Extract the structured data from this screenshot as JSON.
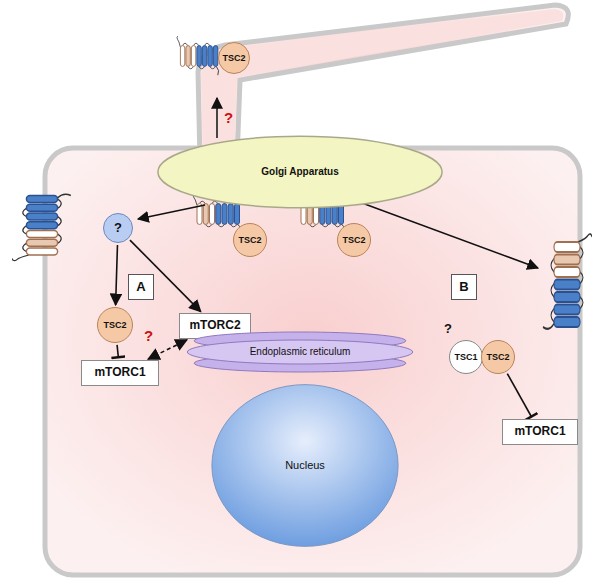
{
  "diagram": {
    "nodes": [
      {
        "text": [
          "Golgi Apparatus"
        ]
      },
      {
        "text": [
          "TSC2"
        ]
      },
      {
        "text": [
          "TSC2"
        ]
      },
      {
        "text": [
          "TSC2"
        ]
      },
      {
        "text": [
          "A"
        ]
      },
      {
        "text": [
          "B"
        ]
      },
      {
        "text": [
          "?"
        ]
      },
      {
        "text": [
          "TSC2"
        ]
      },
      {
        "text": [
          "mTORC2"
        ]
      },
      {
        "text": [
          "mTORC1"
        ]
      },
      {
        "text": [
          "Endoplasmic reticulum"
        ]
      },
      {
        "text": [
          "TSC1"
        ]
      },
      {
        "text": [
          "TSC2"
        ]
      },
      {
        "text": [
          "mTORC1"
        ]
      },
      {
        "text": [
          "Nucleus"
        ]
      }
    ],
    "edges": [
      {
        "from": 6,
        "to": 7,
        "arrow": "to"
      },
      {
        "from": 6,
        "to": 8,
        "arrow": "to"
      },
      {
        "from": 7,
        "to": 9,
        "arrow": "to"
      },
      {
        "from": 9,
        "to": 8,
        "arrow": "both"
      },
      {
        "from": 12,
        "to": 13,
        "arrow": "to"
      }
    ],
    "labels": [
      "?",
      "?",
      "?"
    ]
  }
}
